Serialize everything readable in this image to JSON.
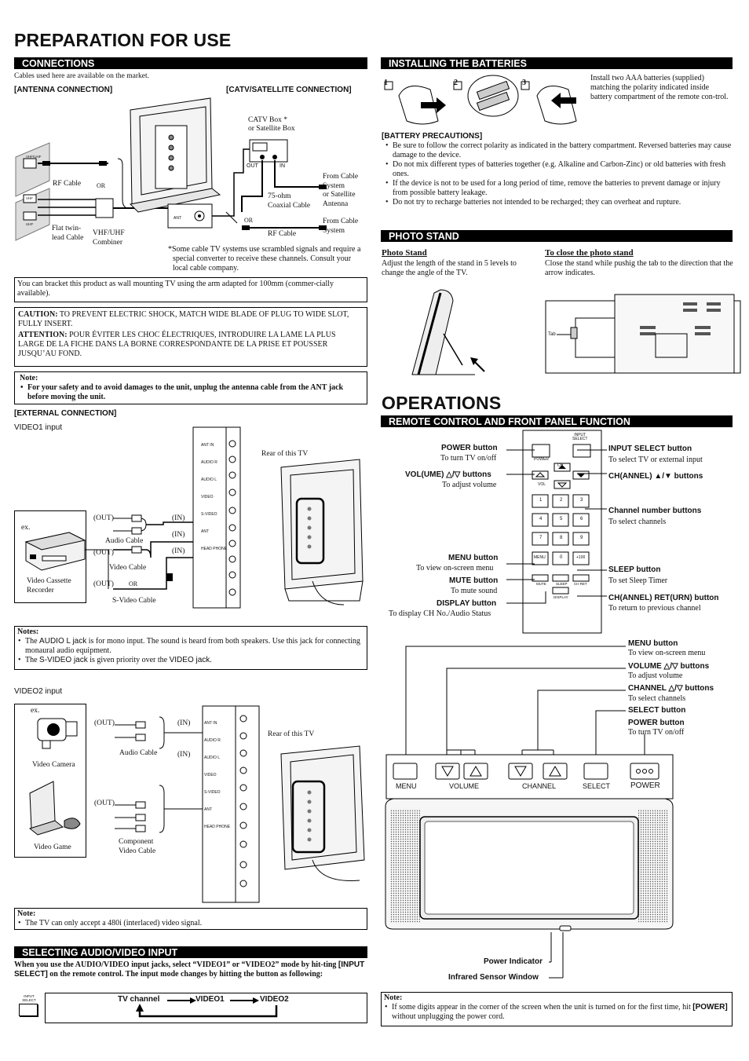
{
  "title_prep": "PREPARATION FOR USE",
  "title_ops": "OPERATIONS",
  "connections": {
    "header": "CONNECTIONS",
    "intro": "Cables used here are available on the market.",
    "antenna_label": "[ANTENNA CONNECTION]",
    "catv_label": "[CATV/SATELLITE CONNECTION]",
    "catv_box": "CATV Box *",
    "sat_box": "or Satellite Box",
    "out": "OUT",
    "in": "IN",
    "from_cable_sat": [
      "From Cable",
      "System",
      "or Satellite",
      "Antenna"
    ],
    "coax": [
      "75-ohm",
      "Coaxial Cable"
    ],
    "or": "OR",
    "from_cable": [
      "From Cable",
      "System"
    ],
    "rf_cable": "RF Cable",
    "flat_twin": [
      "Flat twin-",
      "lead Cable"
    ],
    "combiner": [
      "VHF/UHF",
      "Combiner"
    ],
    "ant": "ANT",
    "vhf_uhf": "VHF/UHF",
    "vhf": "VHF",
    "uhf": "UHF",
    "footnote": "*Some cable TV systems use scrambled signals and require a special converter to receive these channels. Consult your local cable company.",
    "bracket_note": "You can bracket this product as wall mounting TV using the arm adapted for 100mm (commer-cially available).",
    "caution_label": "CAUTION:",
    "caution_text": " TO PREVENT ELECTRIC SHOCK, MATCH WIDE BLADE OF PLUG TO WIDE SLOT, FULLY INSERT.",
    "attention_label": "ATTENTION:",
    "attention_text": " POUR ÉVITER LES CHOC ÉLECTRIQUES, INTRODUIRE LA LAME LA PLUS LARGE DE LA FICHE DANS LA BORNE CORRESPONDANTE DE LA PRISE ET POUSSER JUSQU’AU FOND.",
    "note_label": "Note:",
    "note_text": "For your safety and to avoid damages to the unit, unplug the antenna cable from the ANT jack before moving the unit."
  },
  "external": {
    "label": "[EXTERNAL CONNECTION]",
    "video1": "VIDEO1 input",
    "ex": "ex.",
    "out": "(OUT)",
    "in": "(IN)",
    "or": "OR",
    "audio_cable": "Audio Cable",
    "video_cable": "Video Cable",
    "svideo_cable": "S-Video Cable",
    "vcr": [
      "Video Cassette",
      "Recorder"
    ],
    "rear": "Rear of this TV",
    "notes_label": "Notes:",
    "note1_a": "The ",
    "note1_b": "AUDIO L jack",
    "note1_c": " is for mono input. The sound is heard from both speakers. Use this jack for connecting monaural audio equipment.",
    "note2_a": "The ",
    "note2_b": "S-VIDEO jack",
    "note2_c": " is given priority over the ",
    "note2_d": "VIDEO jack",
    "note2_e": ".",
    "video2": "VIDEO2 input",
    "video_camera": "Video Camera",
    "video_game": "Video Game",
    "component_cable": [
      "Component",
      "Video Cable"
    ],
    "note2_label": "Note:",
    "note_480": "The TV can only accept a 480i (interlaced) video signal.",
    "jacks": [
      "ANT IN",
      "AUDIO R",
      "AUDIO L",
      "VIDEO",
      "S-VIDEO",
      "ANT",
      "HEAD PHONE"
    ]
  },
  "selecting": {
    "header": "SELECTING AUDIO/VIDEO INPUT",
    "text_a": "When you use the AUDIO/VIDEO input jacks, select “VIDEO1” or “VIDEO2” mode by hit-ting ",
    "text_b": "[INPUT SELECT]",
    "text_c": " on the remote control. The input mode changes by hitting the button as following:",
    "icon_label": [
      "INPUT",
      "SELECT"
    ],
    "tv_channel": "TV channel",
    "video1": "VIDEO1",
    "video2": "VIDEO2"
  },
  "batteries": {
    "header": "INSTALLING THE BATTERIES",
    "steps": [
      "1",
      "2",
      "3"
    ],
    "text": "Install two AAA batteries (supplied) matching the polarity indicated inside battery compartment of the remote con-trol.",
    "precautions_label": "[BATTERY PRECAUTIONS]",
    "items": [
      "Be sure to follow the correct polarity as indicated in the battery compartment. Reversed batteries may cause damage to the device.",
      "Do not mix different types of batteries together (e.g. Alkaline and Carbon-Zinc) or old batteries with fresh ones.",
      "If the device is not to be used for a long period of time, remove the batteries to prevent damage or injury from possible battery leakage.",
      "Do not try to recharge batteries not intended to be recharged; they can overheat and rupture."
    ]
  },
  "photo_stand": {
    "header": "PHOTO STAND",
    "left_title": "Photo Stand",
    "left_text": "Adjust the length of the stand in 5 levels to change the angle of the TV.",
    "right_title": "To close the photo stand",
    "right_text": "Close the stand while pushig the tab to the direction that the arrow indicates.",
    "tab": "Tab"
  },
  "remote": {
    "header": "REMOTE CONTROL AND FRONT PANEL FUNCTION",
    "power_label": "POWER button",
    "power_desc": "To turn TV on/off",
    "vol_label": "VOL(UME) △/▽ buttons",
    "vol_desc": "To adjust volume",
    "menu_label": "MENU button",
    "menu_desc": "To view on-screen menu",
    "mute_label": "MUTE button",
    "mute_desc": "To mute sound",
    "display_label": "DISPLAY button",
    "display_desc": "To display CH No./Audio Status",
    "input_label": "INPUT SELECT button",
    "input_desc": "To select TV or external input",
    "ch_label": "CH(ANNEL) ▲/▼ buttons",
    "chnum_label": "Channel number buttons",
    "chnum_desc": "To select channels",
    "sleep_label": "SLEEP button",
    "sleep_desc": "To set Sleep Timer",
    "ret_label": "CH(ANNEL) RET(URN) button",
    "ret_desc": "To return to previous channel",
    "keys": [
      "1",
      "2",
      "3",
      "4",
      "5",
      "6",
      "7",
      "8",
      "9",
      "MENU",
      "0",
      "+100"
    ],
    "small": {
      "input_select": [
        "INPUT",
        "SELECT"
      ],
      "power": "POWER",
      "ch": "CH",
      "vol": "VOL",
      "mute": "MUTE",
      "sleep": "SLEEP",
      "chret": "CH RET",
      "display": "DISPLAY"
    }
  },
  "front": {
    "menu_label": "MENU button",
    "menu_desc": "To view on-screen menu",
    "vol_label": "VOLUME △/▽ buttons",
    "vol_desc": "To adjust volume",
    "ch_label": "CHANNEL △/▽ buttons",
    "ch_desc": "To select channels",
    "select_label": "SELECT button",
    "power_label": "POWER button",
    "power_desc": "To turn TV on/off",
    "panel": [
      "MENU",
      "VOLUME",
      "CHANNEL",
      "SELECT",
      "POWER"
    ],
    "power_indicator": "Power Indicator",
    "ir_window": "Infrared Sensor Window",
    "note_label": "Note:",
    "note_a": "If some digits appear in the corner of the screen when the unit is turned on for the first time, hit ",
    "note_b": "[POWER]",
    "note_c": " without unplugging the power cord."
  }
}
